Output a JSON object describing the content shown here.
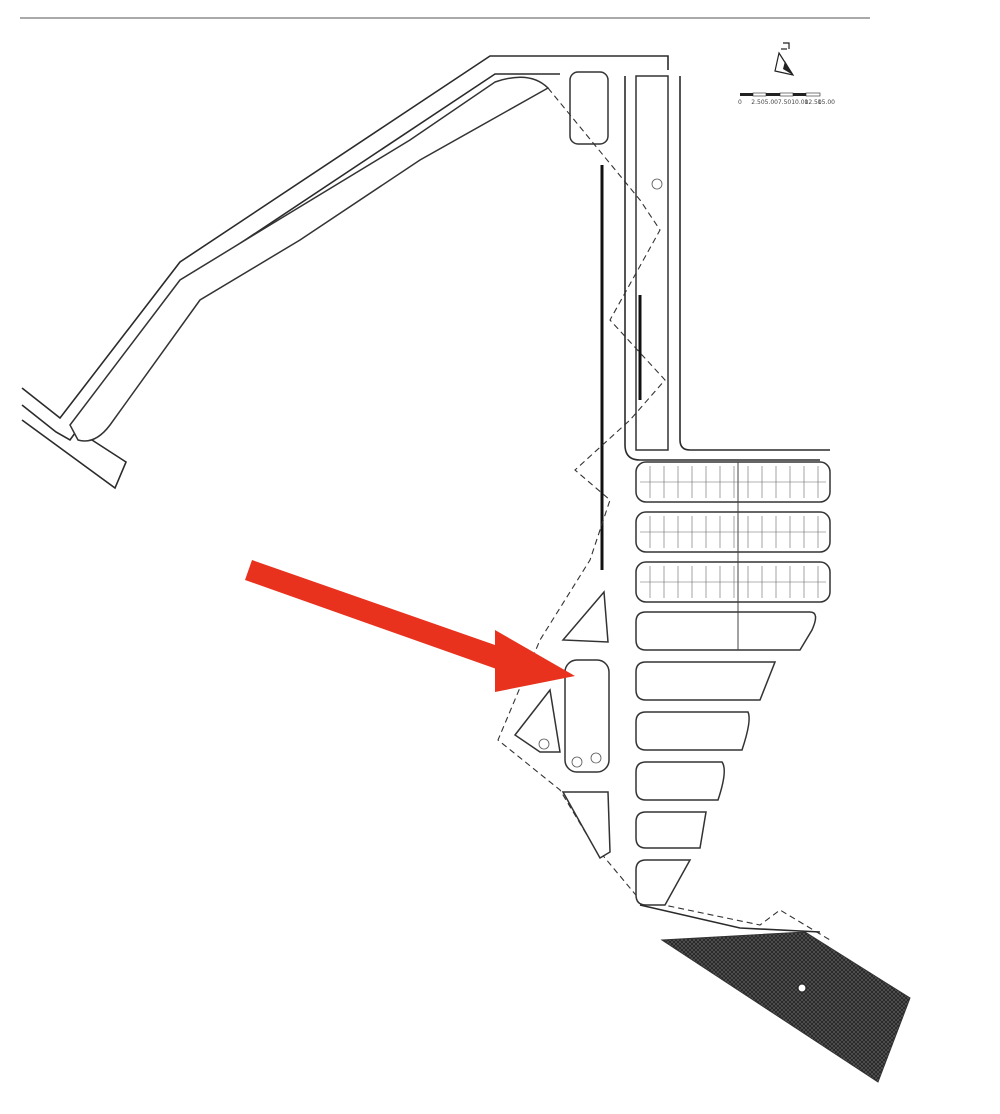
{
  "map": {
    "kind": "subdivision site plan",
    "north_arrow_icon": "north-arrow-icon",
    "scale_bar": {
      "ticks": [
        "0",
        "2.50",
        "5.00",
        "7.50",
        "10.00",
        "12.50",
        "15.00"
      ]
    },
    "pointer": {
      "icon": "red-arrow-icon",
      "color": "#e8321e",
      "target": "highlighted lot block"
    },
    "hatched_area_color": "#3a3a3a",
    "line_color": "#2b2b2b"
  }
}
